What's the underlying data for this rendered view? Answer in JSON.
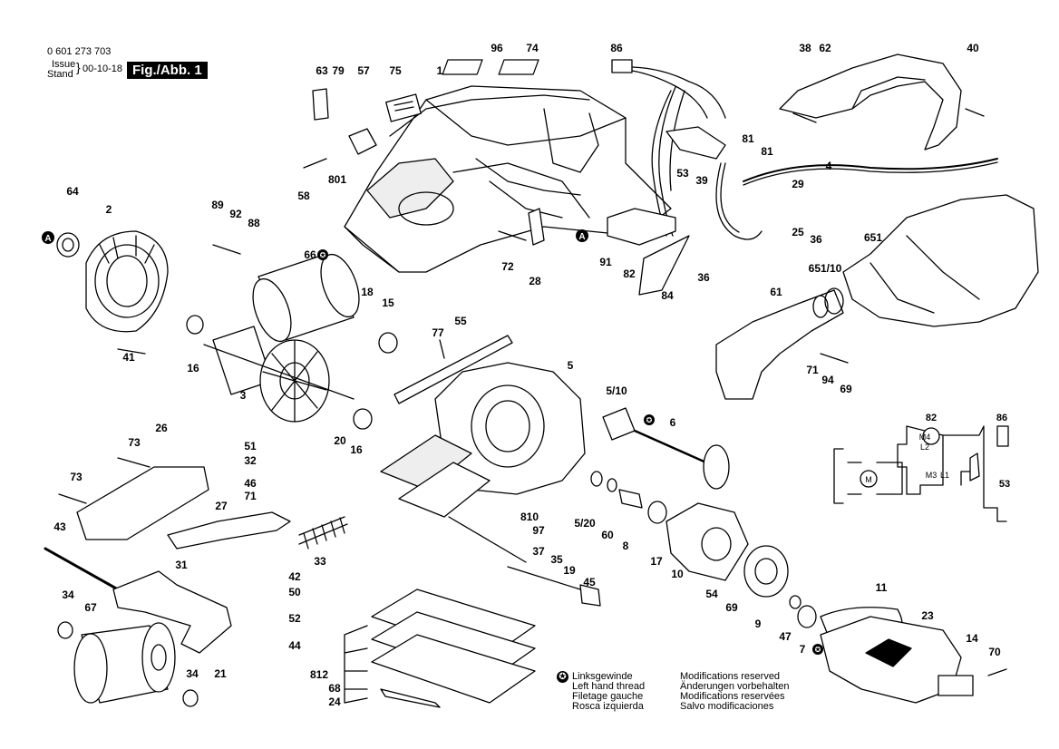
{
  "header": {
    "part_number": "0 601 273 703",
    "issue_label": "Issue",
    "stand_label": "Stand",
    "date": "00-10-18",
    "figure": "Fig./Abb. 1"
  },
  "notes_left": {
    "symbol": "✪",
    "lines": [
      "Linksgewinde",
      "Left hand thread",
      "Filetage gauche",
      "Rosca izquierda"
    ]
  },
  "notes_right": {
    "lines": [
      "Modifications reserved",
      "Änderungen vorbehalten",
      "Modifications reservées",
      "Salvo modificaciones"
    ]
  },
  "callouts": [
    {
      "id": "c96",
      "text": "96"
    },
    {
      "id": "c74",
      "text": "74"
    },
    {
      "id": "c86",
      "text": "86"
    },
    {
      "id": "c38",
      "text": "38"
    },
    {
      "id": "c62",
      "text": "62"
    },
    {
      "id": "c40",
      "text": "40"
    },
    {
      "id": "c63",
      "text": "63"
    },
    {
      "id": "c79",
      "text": "79"
    },
    {
      "id": "c57",
      "text": "57"
    },
    {
      "id": "c75",
      "text": "75"
    },
    {
      "id": "c1",
      "text": "1"
    },
    {
      "id": "c58",
      "text": "58"
    },
    {
      "id": "c801",
      "text": "801"
    },
    {
      "id": "c81a",
      "text": "81"
    },
    {
      "id": "c81b",
      "text": "81"
    },
    {
      "id": "c53",
      "text": "53"
    },
    {
      "id": "c39",
      "text": "39"
    },
    {
      "id": "c4",
      "text": "4"
    },
    {
      "id": "c29",
      "text": "29"
    },
    {
      "id": "c64",
      "text": "64"
    },
    {
      "id": "c2",
      "text": "2"
    },
    {
      "id": "c89",
      "text": "89"
    },
    {
      "id": "c92",
      "text": "92"
    },
    {
      "id": "c88",
      "text": "88"
    },
    {
      "id": "c66",
      "text": "66"
    },
    {
      "id": "c72",
      "text": "72"
    },
    {
      "id": "c28",
      "text": "28"
    },
    {
      "id": "c91",
      "text": "91"
    },
    {
      "id": "c82",
      "text": "82"
    },
    {
      "id": "c84",
      "text": "84"
    },
    {
      "id": "c36a",
      "text": "36"
    },
    {
      "id": "c25",
      "text": "25"
    },
    {
      "id": "c36b",
      "text": "36"
    },
    {
      "id": "c651",
      "text": "651"
    },
    {
      "id": "c65110",
      "text": "651/10"
    },
    {
      "id": "c61",
      "text": "61"
    },
    {
      "id": "c18",
      "text": "18"
    },
    {
      "id": "c15",
      "text": "15"
    },
    {
      "id": "c41",
      "text": "41"
    },
    {
      "id": "c16a",
      "text": "16"
    },
    {
      "id": "c77",
      "text": "77"
    },
    {
      "id": "c55",
      "text": "55"
    },
    {
      "id": "c71a",
      "text": "71"
    },
    {
      "id": "c94",
      "text": "94"
    },
    {
      "id": "c69a",
      "text": "69"
    },
    {
      "id": "c3",
      "text": "3"
    },
    {
      "id": "c5",
      "text": "5"
    },
    {
      "id": "c510",
      "text": "5/10"
    },
    {
      "id": "c6",
      "text": "6"
    },
    {
      "id": "c20",
      "text": "20"
    },
    {
      "id": "c16b",
      "text": "16"
    },
    {
      "id": "c26",
      "text": "26"
    },
    {
      "id": "c73a",
      "text": "73"
    },
    {
      "id": "c51",
      "text": "51"
    },
    {
      "id": "c32",
      "text": "32"
    },
    {
      "id": "c73b",
      "text": "73"
    },
    {
      "id": "c46",
      "text": "46"
    },
    {
      "id": "c71b",
      "text": "71"
    },
    {
      "id": "c27",
      "text": "27"
    },
    {
      "id": "c810",
      "text": "810"
    },
    {
      "id": "c97",
      "text": "97"
    },
    {
      "id": "c520",
      "text": "5/20"
    },
    {
      "id": "c60",
      "text": "60"
    },
    {
      "id": "c8",
      "text": "8"
    },
    {
      "id": "c17",
      "text": "17"
    },
    {
      "id": "c43",
      "text": "43"
    },
    {
      "id": "c31",
      "text": "31"
    },
    {
      "id": "c33",
      "text": "33"
    },
    {
      "id": "c37",
      "text": "37"
    },
    {
      "id": "c35",
      "text": "35"
    },
    {
      "id": "c19",
      "text": "19"
    },
    {
      "id": "c45",
      "text": "45"
    },
    {
      "id": "c10",
      "text": "10"
    },
    {
      "id": "c54",
      "text": "54"
    },
    {
      "id": "c69b",
      "text": "69"
    },
    {
      "id": "c9",
      "text": "9"
    },
    {
      "id": "c42",
      "text": "42"
    },
    {
      "id": "c50",
      "text": "50"
    },
    {
      "id": "c52",
      "text": "52"
    },
    {
      "id": "c44",
      "text": "44"
    },
    {
      "id": "c34a",
      "text": "34"
    },
    {
      "id": "c67",
      "text": "67"
    },
    {
      "id": "c21",
      "text": "21"
    },
    {
      "id": "c34b",
      "text": "34"
    },
    {
      "id": "c11",
      "text": "11"
    },
    {
      "id": "c23",
      "text": "23"
    },
    {
      "id": "c47",
      "text": "47"
    },
    {
      "id": "c7",
      "text": "7"
    },
    {
      "id": "c14",
      "text": "14"
    },
    {
      "id": "c70",
      "text": "70"
    },
    {
      "id": "c812",
      "text": "812"
    },
    {
      "id": "c68",
      "text": "68"
    },
    {
      "id": "c24",
      "text": "24"
    },
    {
      "id": "cA1",
      "text": "A"
    },
    {
      "id": "cA2",
      "text": "A"
    }
  ],
  "wiring": {
    "labels": [
      "82",
      "86",
      "M",
      "M4",
      "L2",
      "M3",
      "L1",
      "53"
    ]
  }
}
